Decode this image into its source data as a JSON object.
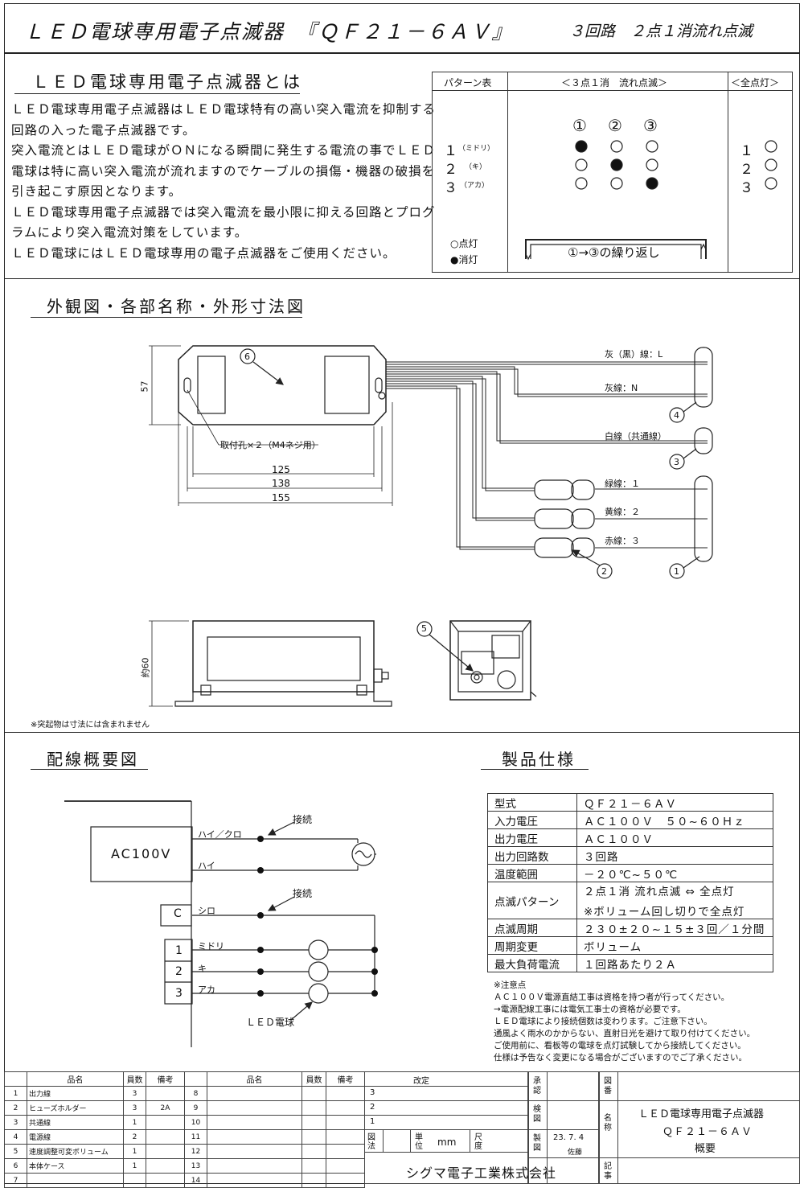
{
  "header": {
    "title": "ＬＥＤ電球専用電子点滅器　『ＱＦ２１－６ＡＶ』",
    "subtitle": "３回路　２点１消流れ点滅"
  },
  "intro": {
    "heading": "ＬＥＤ電球専用電子点滅器とは",
    "lines": [
      "ＬＥＤ電球専用電子点滅器はＬＥＤ電球特有の高い突入電流を抑制する",
      "回路の入った電子点滅器です。",
      "突入電流とはＬＥＤ電球がＯＮになる瞬間に発生する電流の事でＬＥＤ",
      "電球は特に高い突入電流が流れますのでケーブルの損傷・機器の破損を",
      "引き起こす原因となります。",
      "ＬＥＤ電球専用電子点滅器では突入電流を最小限に抑える回路とプログ",
      "ラムにより突入電流対策をしています。",
      "ＬＥＤ電球にはＬＥＤ電球専用の電子点滅器をご使用ください。"
    ]
  },
  "pattern": {
    "col1": "パターン表",
    "col2": "＜３点１消　流れ点滅＞",
    "col3": "＜全点灯＞",
    "steps": [
      "①",
      "②",
      "③"
    ],
    "rows": [
      {
        "num": "１",
        "color": "（ミドリ）",
        "num2": "１"
      },
      {
        "num": "２",
        "color": "（キ）",
        "num2": "２"
      },
      {
        "num": "３",
        "color": "（アカ）",
        "num2": "３"
      }
    ],
    "legend_on": "○点灯",
    "legend_off": "●消灯",
    "repeat": "①→③の繰り返し"
  },
  "appearance": {
    "heading": "外観図・各部名称・外形寸法図",
    "dim_57": "57",
    "dim_60": "約60",
    "mount_hole": "取付孔×２（M4ネジ用）",
    "dim_125": "125",
    "dim_138": "138",
    "dim_155": "155",
    "wire_L": "灰（黒）線：L",
    "wire_N": "灰線：N",
    "wire_common": "白線（共通線）",
    "wire_1": "緑線：１",
    "wire_2": "黄線：２",
    "wire_3": "赤線：３",
    "callout_1": "1",
    "callout_2": "2",
    "callout_3": "3",
    "callout_4": "4",
    "callout_5": "5",
    "callout_6": "6",
    "note": "※突起物は寸法には含まれません"
  },
  "wiring": {
    "heading": "配線概要図",
    "ac": "AC100V",
    "hai_kuro": "ハイ／クロ",
    "hai": "ハイ",
    "c": "C",
    "shiro": "シロ",
    "setsuzoku1": "接続",
    "setsuzoku2": "接続",
    "t1": "1",
    "t2": "2",
    "t3": "3",
    "midori": "ミドリ",
    "ki": "キ",
    "aka": "アカ",
    "led": "ＬＥＤ電球"
  },
  "spec": {
    "heading": "製品仕様",
    "rows": [
      {
        "k": "型式",
        "v": "ＱＦ２１－６ＡＶ"
      },
      {
        "k": "入力電圧",
        "v": "ＡＣ１００Ｖ　５０~６０Ｈｚ"
      },
      {
        "k": "出力電圧",
        "v": "ＡＣ１００Ｖ"
      },
      {
        "k": "出力回路数",
        "v": "３回路"
      },
      {
        "k": "温度範囲",
        "v": "－２０℃~５０℃"
      },
      {
        "k": "点滅パターン",
        "v": "２点１消 流れ点滅 ⇔ 全点灯",
        "v2": "※ボリューム回し切りで全点灯"
      },
      {
        "k": "点滅周期",
        "v": "２３０±２０~１５±３回／１分間"
      },
      {
        "k": "周期変更",
        "v": "ボリューム"
      },
      {
        "k": "最大負荷電流",
        "v": "１回路あたり２Ａ"
      }
    ],
    "notes": [
      "※注意点",
      "ＡＣ１００Ｖ電源直結工事は資格を持つ者が行ってください。",
      "→電源配線工事には電気工事士の資格が必要です。",
      "ＬＥＤ電球により接続個数は変わります。ご注意下さい。",
      "通風よく雨水のかからない、直射日光を避けて取り付けてください。",
      "ご使用前に、看板等の電球を点灯試験してから接続してください。",
      "仕様は予告なく変更になる場合がございますのでご了承ください。"
    ]
  },
  "bom": {
    "h_name": "品名",
    "h_qty": "員数",
    "h_note": "備考",
    "h_name2": "品名",
    "h_qty2": "員数",
    "h_note2": "備考",
    "h_rev": "改定",
    "items": [
      {
        "no": "1",
        "name": "出力線",
        "qty": "3",
        "note": "",
        "no2": "8"
      },
      {
        "no": "2",
        "name": "ヒューズホルダー",
        "qty": "3",
        "note": "2A",
        "no2": "9"
      },
      {
        "no": "3",
        "name": "共通線",
        "qty": "1",
        "note": "",
        "no2": "10"
      },
      {
        "no": "4",
        "name": "電源線",
        "qty": "2",
        "note": "",
        "no2": "11"
      },
      {
        "no": "5",
        "name": "速度調整可変ボリューム",
        "qty": "1",
        "note": "",
        "no2": "12"
      },
      {
        "no": "6",
        "name": "本体ケース",
        "qty": "1",
        "note": "",
        "no2": "13"
      },
      {
        "no": "7",
        "name": "",
        "qty": "",
        "note": "",
        "no2": "14"
      }
    ],
    "rev_nums": [
      "3",
      "2",
      "1"
    ],
    "shonin": "承認",
    "kenzu": "検図",
    "seizu": "製図",
    "zuho": "図法",
    "tani": "単位",
    "mm": "mm",
    "shakudo": "尺度",
    "date": "23. 7. 4",
    "sato": "佐藤",
    "zuban": "図番",
    "meisho": "名称",
    "kiji": "記事",
    "name1": "ＬＥＤ電球専用電子点滅器",
    "name2": "ＱＦ２１－６ＡＶ",
    "name3": "概要",
    "company": "シグマ電子工業株式会社"
  }
}
